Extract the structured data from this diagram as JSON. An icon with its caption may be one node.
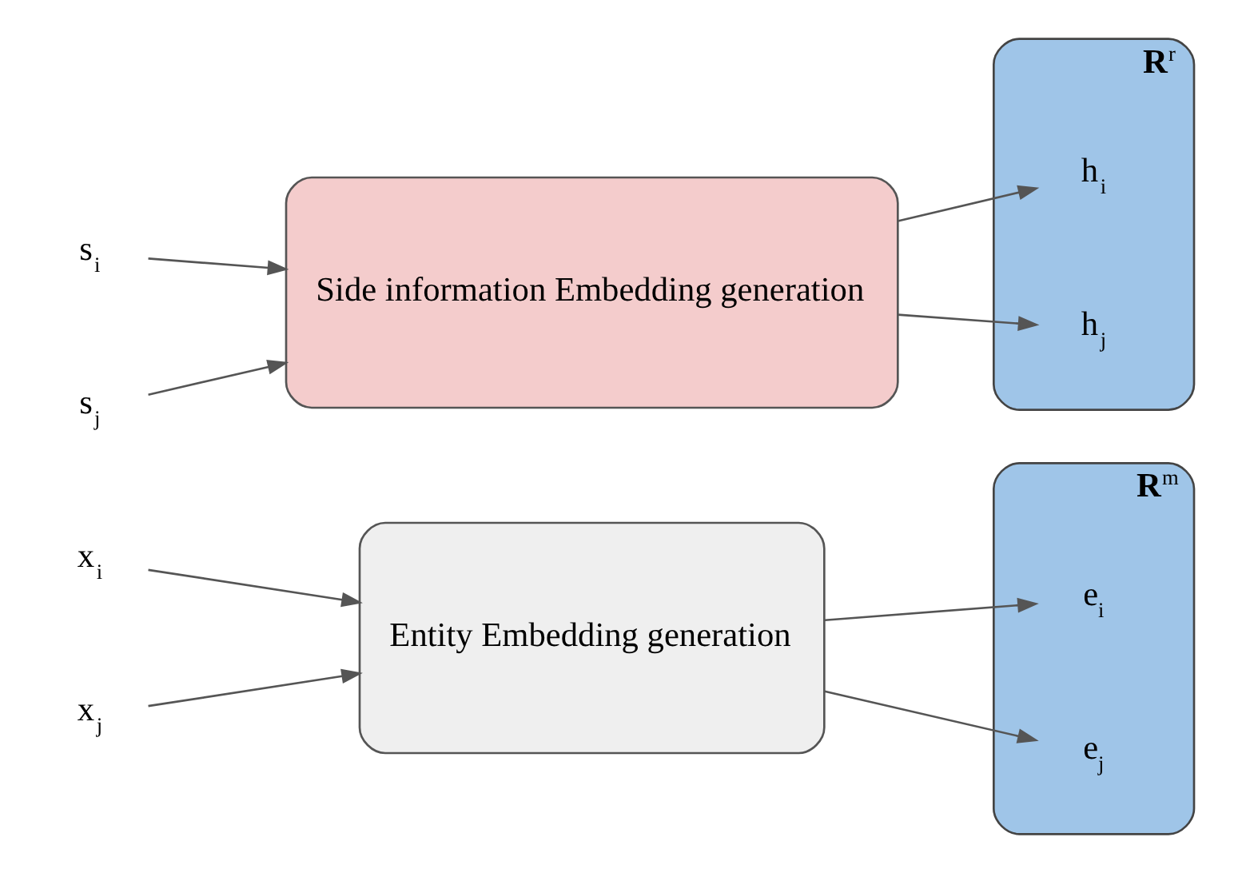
{
  "diagram": {
    "nodes": [
      {
        "text": [
          "x$_{i}$"
        ]
      },
      {
        "text": [
          "x$_{j}$"
        ]
      },
      {
        "text": [
          "Entity Embedding generation"
        ]
      },
      {
        "text": [],
        "shape": "ellipse",
        "beside": [
          "**R**$^{m}$"
        ]
      },
      {
        "text": [
          "e$_{i}$"
        ],
        "in": 3
      },
      {
        "text": [
          "e$_{j}$"
        ],
        "in": 3
      },
      {
        "text": [
          "s$_{i}$"
        ]
      },
      {
        "text": [
          "s$_{j}$"
        ]
      },
      {
        "text": [
          "Side information Embedding generation"
        ]
      },
      {
        "text": [],
        "shape": "ellipse",
        "beside": [
          "**R**$^{r}$"
        ]
      },
      {
        "text": [
          "h$_{i}$"
        ],
        "in": 9
      },
      {
        "text": [
          "h$_{j}$"
        ],
        "in": 9
      }
    ],
    "edges": [
      {
        "from": 0,
        "to": 2,
        "arrow": "to"
      },
      {
        "from": 1,
        "to": 2,
        "arrow": "to"
      },
      {
        "from": 2,
        "to": 4,
        "arrow": "to"
      },
      {
        "from": 2,
        "to": 5,
        "arrow": "to"
      },
      {
        "from": 6,
        "to": 8,
        "arrow": "to"
      },
      {
        "from": 7,
        "to": 8,
        "arrow": "to"
      },
      {
        "from": 8,
        "to": 10,
        "arrow": "to"
      },
      {
        "from": 8,
        "to": 11,
        "arrow": "to"
      }
    ]
  }
}
